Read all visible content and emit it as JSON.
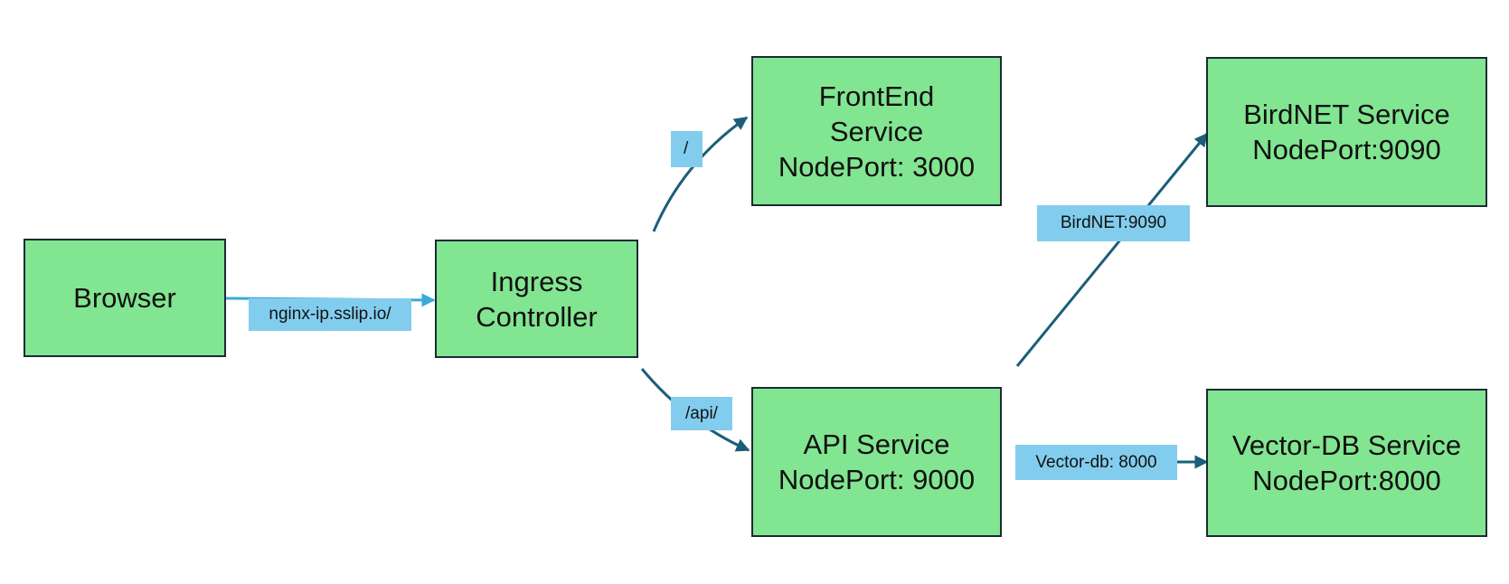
{
  "colors": {
    "node_fill": "#82e591",
    "node_border": "#1a2b35",
    "label_fill": "#82cdee",
    "edge_dark": "#1b5e7a",
    "edge_light": "#3ba9dc"
  },
  "nodes": {
    "browser": [
      "Browser"
    ],
    "ingress": [
      "Ingress",
      "Controller"
    ],
    "frontend": [
      "FrontEnd",
      "Service",
      "NodePort: 3000"
    ],
    "api": [
      "API Service",
      "NodePort: 9000"
    ],
    "birdnet": [
      "BirdNET Service",
      "NodePort:9090"
    ],
    "vectordb": [
      "Vector-DB Service",
      "NodePort:8000"
    ]
  },
  "edge_labels": {
    "browser_ingress": "nginx-ip.sslip.io/",
    "ingress_frontend": "/",
    "ingress_api": "/api/",
    "api_birdnet": "BirdNET:9090",
    "api_vectordb": "Vector-db: 8000"
  }
}
